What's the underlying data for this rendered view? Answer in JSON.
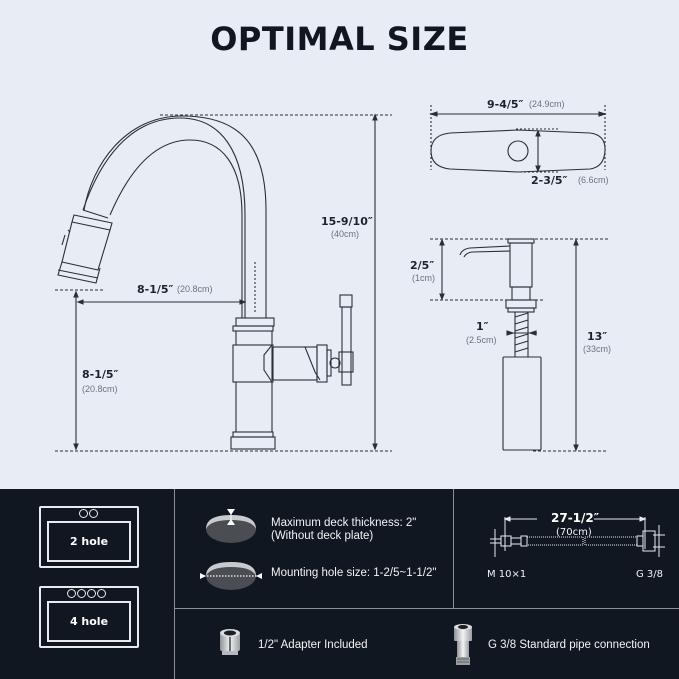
{
  "title": "OPTIMAL SIZE",
  "faucet": {
    "height": {
      "main": "15-9/10″",
      "sub": "(40cm)"
    },
    "reach": {
      "main": "8-1/5″",
      "sub": "(20.8cm)"
    },
    "spout_height": {
      "main": "8-1/5″",
      "sub": "(20.8cm)"
    }
  },
  "deck_plate": {
    "length": {
      "main": "9-4/5″",
      "sub": "(24.9cm)"
    },
    "width": {
      "main": "2-3/5″",
      "sub": "(6.6cm)"
    }
  },
  "soap_dispenser": {
    "head_height": {
      "main": "2/5″",
      "sub": "(1cm)"
    },
    "thread_diameter": {
      "main": "1″",
      "sub": "(2.5cm)"
    },
    "total_height": {
      "main": "13″",
      "sub": "(33cm)"
    }
  },
  "install": {
    "holes": [
      {
        "label": "2 hole",
        "count": 2
      },
      {
        "label": "4 hole",
        "count": 4
      }
    ],
    "deck": {
      "thickness_line1": "Maximum deck thickness: 2\"",
      "thickness_line2": "(Without deck plate)",
      "mounting_hole": "Mounting hole size: 1-2/5~1-1/2\""
    },
    "hose": {
      "length_main": "27-1/2″",
      "length_sub": "(70cm)",
      "left_thread": "M 10×1",
      "right_thread": "G 3/8"
    },
    "adapter_text": "1/2\" Adapter Included",
    "pipe_text": "G 3/8 Standard pipe connection"
  },
  "colors": {
    "background_top": "#e8ecf4",
    "background_bottom": "#111720",
    "line": "#2a2f38",
    "text_dark": "#121620"
  }
}
